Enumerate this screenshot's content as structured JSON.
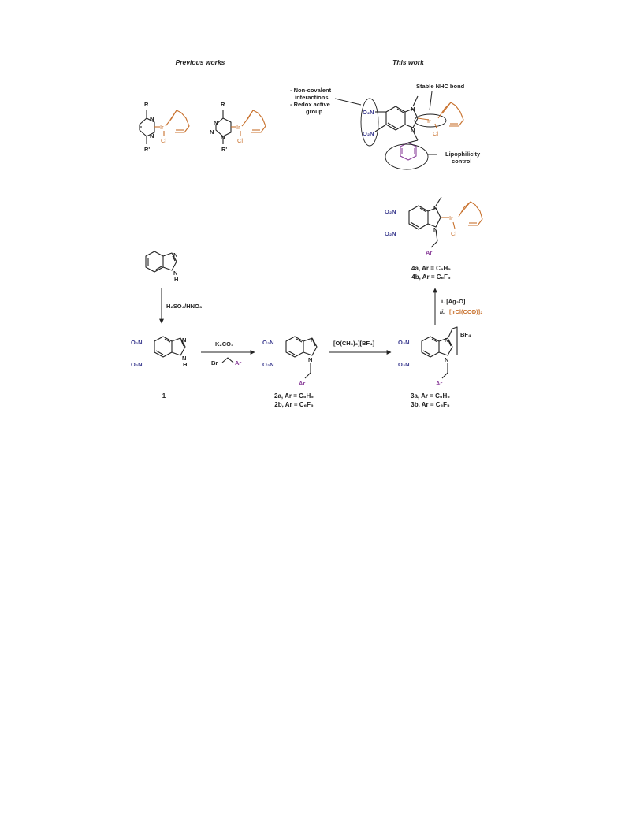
{
  "headers": {
    "previous": "Previous works",
    "this_work": "This work"
  },
  "annotations": {
    "noncovalent_1": "- Non-covalent",
    "noncovalent_2": "interactions",
    "redox_1": "- Redox active",
    "redox_2": "group",
    "stable_nhc": "Stable NHC bond",
    "lipo_1": "Lipophilicity",
    "lipo_2": "control"
  },
  "atoms": {
    "N": "N",
    "H": "H",
    "R": "R",
    "R_prime": "R'",
    "Ir": "Ir",
    "Cl": "Cl",
    "Br": "Br",
    "Ar": "Ar",
    "NO2": "O₂N",
    "O2N_right": "O₂N"
  },
  "reagents": {
    "nitration": "H₂SO₄/HNO₃",
    "base": "K₂CO₃",
    "methylation": "[O(CH₃)₃][BF₄]",
    "counterion": "BF₄",
    "step_i": "i. [Ag₂O]",
    "step_ii_prefix": "ii.",
    "step_ii_reagent": "[IrCl(COD)]₂"
  },
  "compounds": {
    "c1": "1",
    "c2a": "2a, Ar = C₆H₅",
    "c2b": "2b, Ar = C₆F₅",
    "c3a": "3a, Ar = C₆H₅",
    "c3b": "3b, Ar = C₆F₅",
    "c4a": "4a, Ar = C₆H₅",
    "c4b": "4b, Ar = C₆F₅"
  },
  "colors": {
    "nitro": "#3b3b8f",
    "iridium": "#c8712d",
    "aryl": "#8a3f9a",
    "bond": "#222222"
  }
}
